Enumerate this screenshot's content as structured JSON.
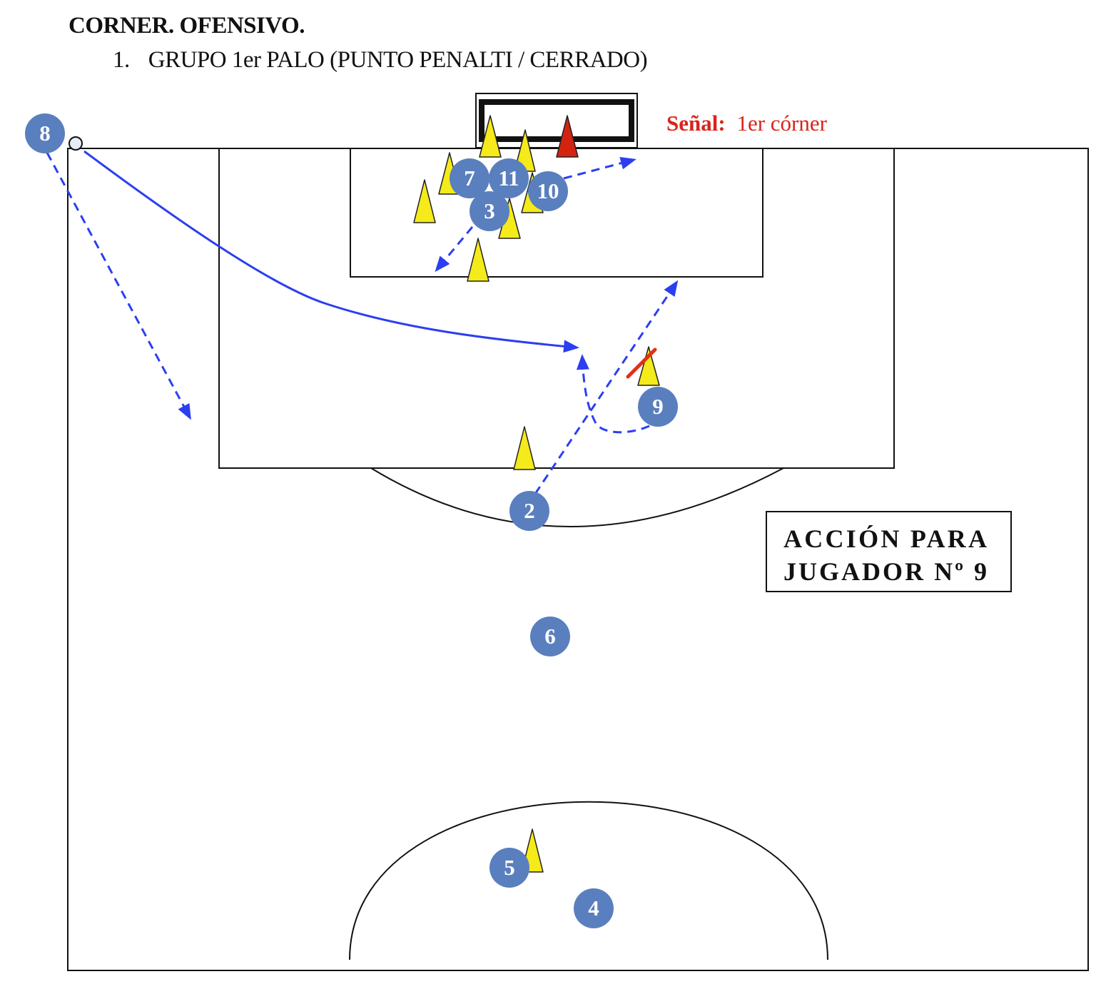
{
  "header": {
    "title": "CORNER. OFENSIVO.",
    "item_number": "1.",
    "item_text": "GRUPO 1er PALO (PUNTO PENALTI / CERRADO)"
  },
  "signal": {
    "label": "Señal:",
    "value": "1er córner"
  },
  "action_box": {
    "line1": "ACCIÓN PARA",
    "line2": "JUGADOR Nº 9"
  },
  "players": [
    "8",
    "7",
    "11",
    "10",
    "3",
    "9",
    "2",
    "6",
    "5",
    "4"
  ],
  "colors": {
    "player": "#5a7fbe",
    "cone": "#f5ea1a",
    "signal_cone": "#d22410",
    "arrow": "#2b3ff0",
    "signal_text": "#d8241c",
    "block_mark": "#e03018"
  }
}
